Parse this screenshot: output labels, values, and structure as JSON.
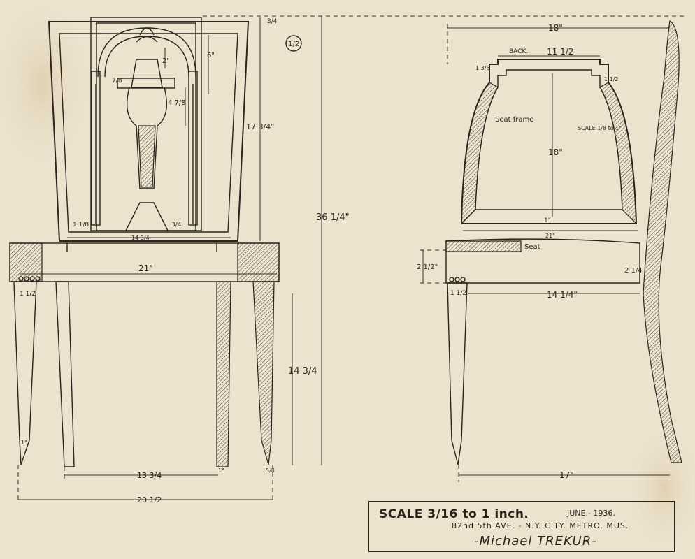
{
  "drawing": {
    "front_view": {
      "dims": {
        "d_three_quarters": "3/4",
        "d_half_circled": "1/2",
        "d_6": "6\"",
        "d_2": "2\"",
        "d_7_8": "7/8",
        "d_4_7_8": "4 7/8",
        "d_17_3_4": "17 3/4\"",
        "d_36_1_4": "36 1/4\"",
        "d_1_1_8": "1 1/8",
        "d_3_4_small": "3/4",
        "d_14_3_4_top": "14 3/4",
        "d_21": "21\"",
        "d_1_1_2": "1 1/2",
        "d_14_3_4_leg": "14 3/4",
        "d_1_left": "1\"",
        "d_1_right": "1\"",
        "d_5_8": "5/8",
        "d_13_3_4": "13 3/4",
        "d_20_1_2": "20 1/2"
      }
    },
    "side_view": {
      "dims": {
        "d_18": "18\"",
        "back_label": "BACK.",
        "d_11_1_2": "11 1/2",
        "d_1_3_8": "1 3/8",
        "d_1_1_2_r": "1 1/2",
        "seat_frame_label": "Seat frame",
        "scale_label": "SCALE 1/8 to 1\"",
        "d_18_inner": "18\"",
        "d_1": "1\"",
        "d_21_seat": "21\"",
        "seat_label": "Seat",
        "d_2_1_2": "2 1/2\"",
        "d_2_1_4": "2 1/4",
        "d_1_1_2_leg": "1 1/2",
        "d_14_1_4": "14 1/4\"",
        "d_17": "17\""
      }
    }
  },
  "title_block": {
    "scale": "SCALE 3/16 to 1 inch.",
    "date": "JUNE.- 1936.",
    "address": "82nd 5th AVE. - N.Y. CITY. METRO. MUS.",
    "author": "-Michael TREKUR-"
  }
}
